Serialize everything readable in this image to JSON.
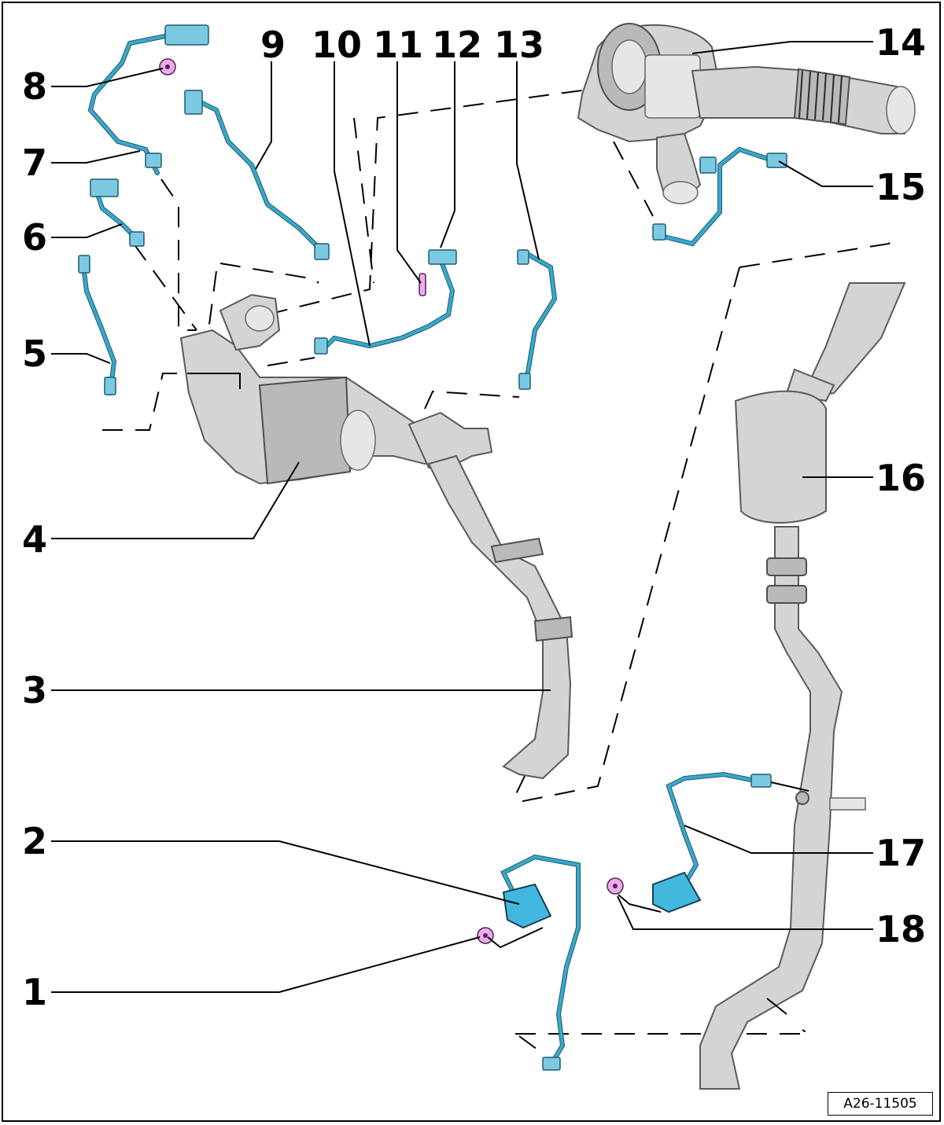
{
  "diagram": {
    "reference_code": "A26-11505",
    "callouts": [
      {
        "id": "1",
        "label": "1"
      },
      {
        "id": "2",
        "label": "2"
      },
      {
        "id": "3",
        "label": "3"
      },
      {
        "id": "4",
        "label": "4"
      },
      {
        "id": "5",
        "label": "5"
      },
      {
        "id": "6",
        "label": "6"
      },
      {
        "id": "7",
        "label": "7"
      },
      {
        "id": "8",
        "label": "8"
      },
      {
        "id": "9",
        "label": "9"
      },
      {
        "id": "10",
        "label": "10"
      },
      {
        "id": "11",
        "label": "11"
      },
      {
        "id": "12",
        "label": "12"
      },
      {
        "id": "13",
        "label": "13"
      },
      {
        "id": "14",
        "label": "14"
      },
      {
        "id": "15",
        "label": "15"
      },
      {
        "id": "16",
        "label": "16"
      },
      {
        "id": "17",
        "label": "17"
      },
      {
        "id": "18",
        "label": "18"
      }
    ],
    "colors": {
      "cable": "#3aa7c9",
      "sensor_module": "#43b8df",
      "nut": "#f2a8ef",
      "metal": "#d4d4d4"
    }
  }
}
